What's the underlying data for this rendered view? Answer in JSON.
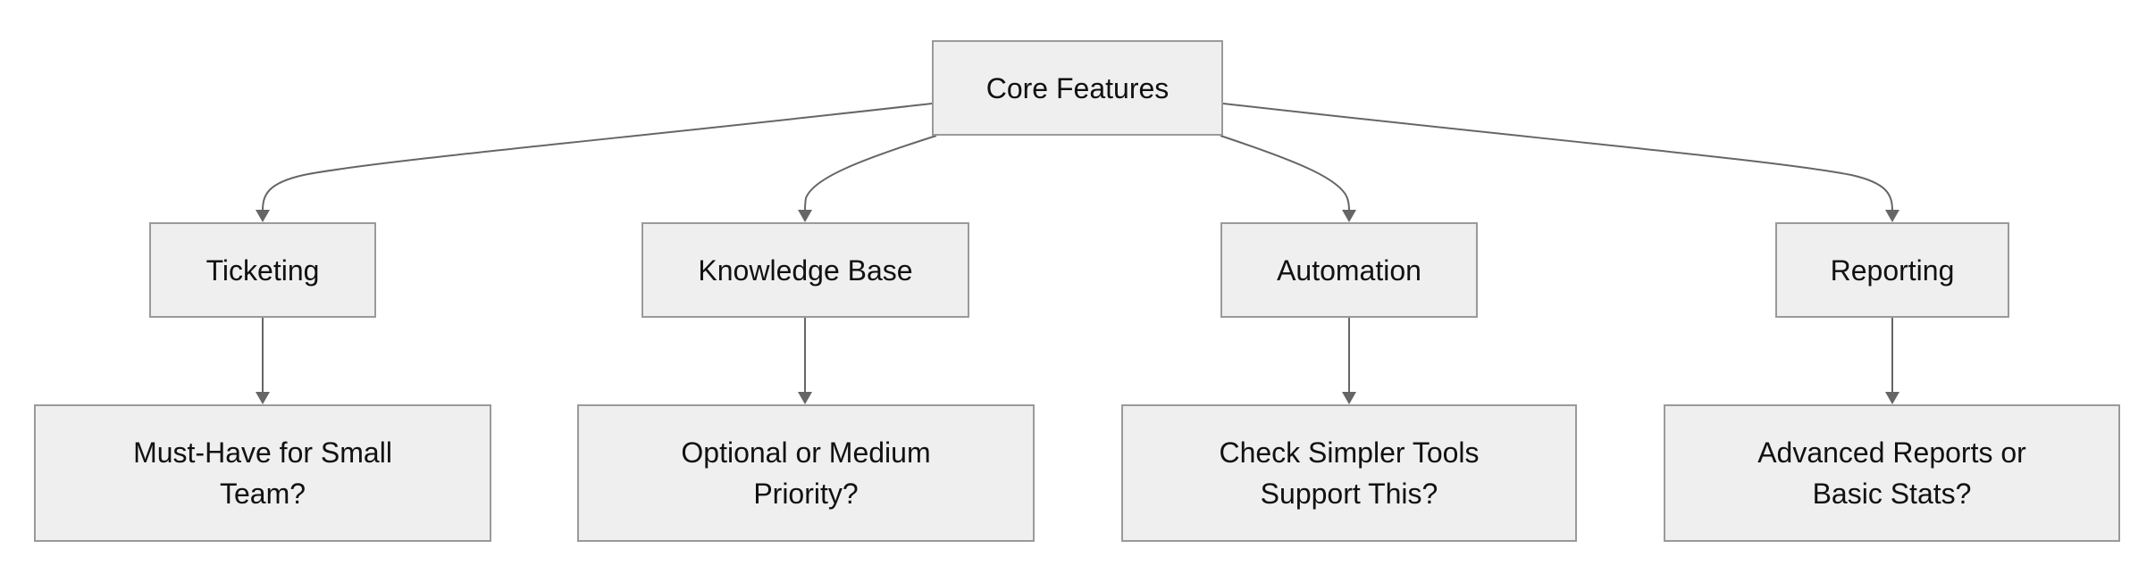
{
  "diagram": {
    "nodes": {
      "root": "Core Features",
      "ticketing": "Ticketing",
      "knowledge_base": "Knowledge Base",
      "automation": "Automation",
      "reporting": "Reporting",
      "ticketing_question": "Must-Have for Small Team?",
      "knowledge_base_question": "Optional or Medium Priority?",
      "automation_question": "Check Simpler Tools Support This?",
      "reporting_question": "Advanced Reports or Basic Stats?"
    },
    "edges": [
      {
        "from": "root",
        "to": "ticketing"
      },
      {
        "from": "root",
        "to": "knowledge_base"
      },
      {
        "from": "root",
        "to": "automation"
      },
      {
        "from": "root",
        "to": "reporting"
      },
      {
        "from": "ticketing",
        "to": "ticketing_question"
      },
      {
        "from": "knowledge_base",
        "to": "knowledge_base_question"
      },
      {
        "from": "automation",
        "to": "automation_question"
      },
      {
        "from": "reporting",
        "to": "reporting_question"
      }
    ],
    "colors": {
      "node_fill": "#efefef",
      "node_border": "#9a9a9a",
      "edge": "#666666",
      "text": "#111111"
    }
  }
}
